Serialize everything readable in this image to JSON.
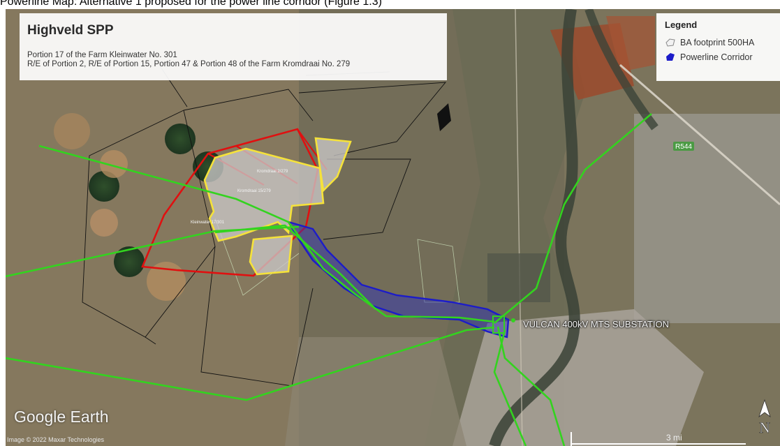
{
  "caption": "Powerline Map: Alternative 1 proposed for the power line corridor (Figure 1.3)",
  "title_box": {
    "title": "Highveld SPP",
    "line1": "Portion 17 of the Farm Kleinwater No. 301",
    "line2": "R/E of Portion 2, R/E of Portion 15, Portion 47 & Portion 48 of the Farm Kromdraai No. 279"
  },
  "legend": {
    "title": "Legend",
    "items": [
      {
        "label": "BA footprint 500HA",
        "icon": "polygon-outline-icon"
      },
      {
        "label": "Powerline Corridor",
        "icon": "polygon-filled-blue-icon"
      }
    ]
  },
  "map_labels": {
    "substation": "VULCAN 400kV MTS SUBSTATION",
    "road": "R544",
    "parcels": [
      "Kromdraai 2/279",
      "Kromdraai 15/279",
      "Kleinwater 17/301"
    ]
  },
  "watermark": "Google Earth",
  "copyright": "Image © 2022 Maxar Technologies",
  "scale": "3 mi",
  "north": "N",
  "colors": {
    "footprint": "#f5e23a",
    "alt_boundary": "#e01010",
    "corridor": "#1c1cc9",
    "powerline": "#33d31f"
  }
}
